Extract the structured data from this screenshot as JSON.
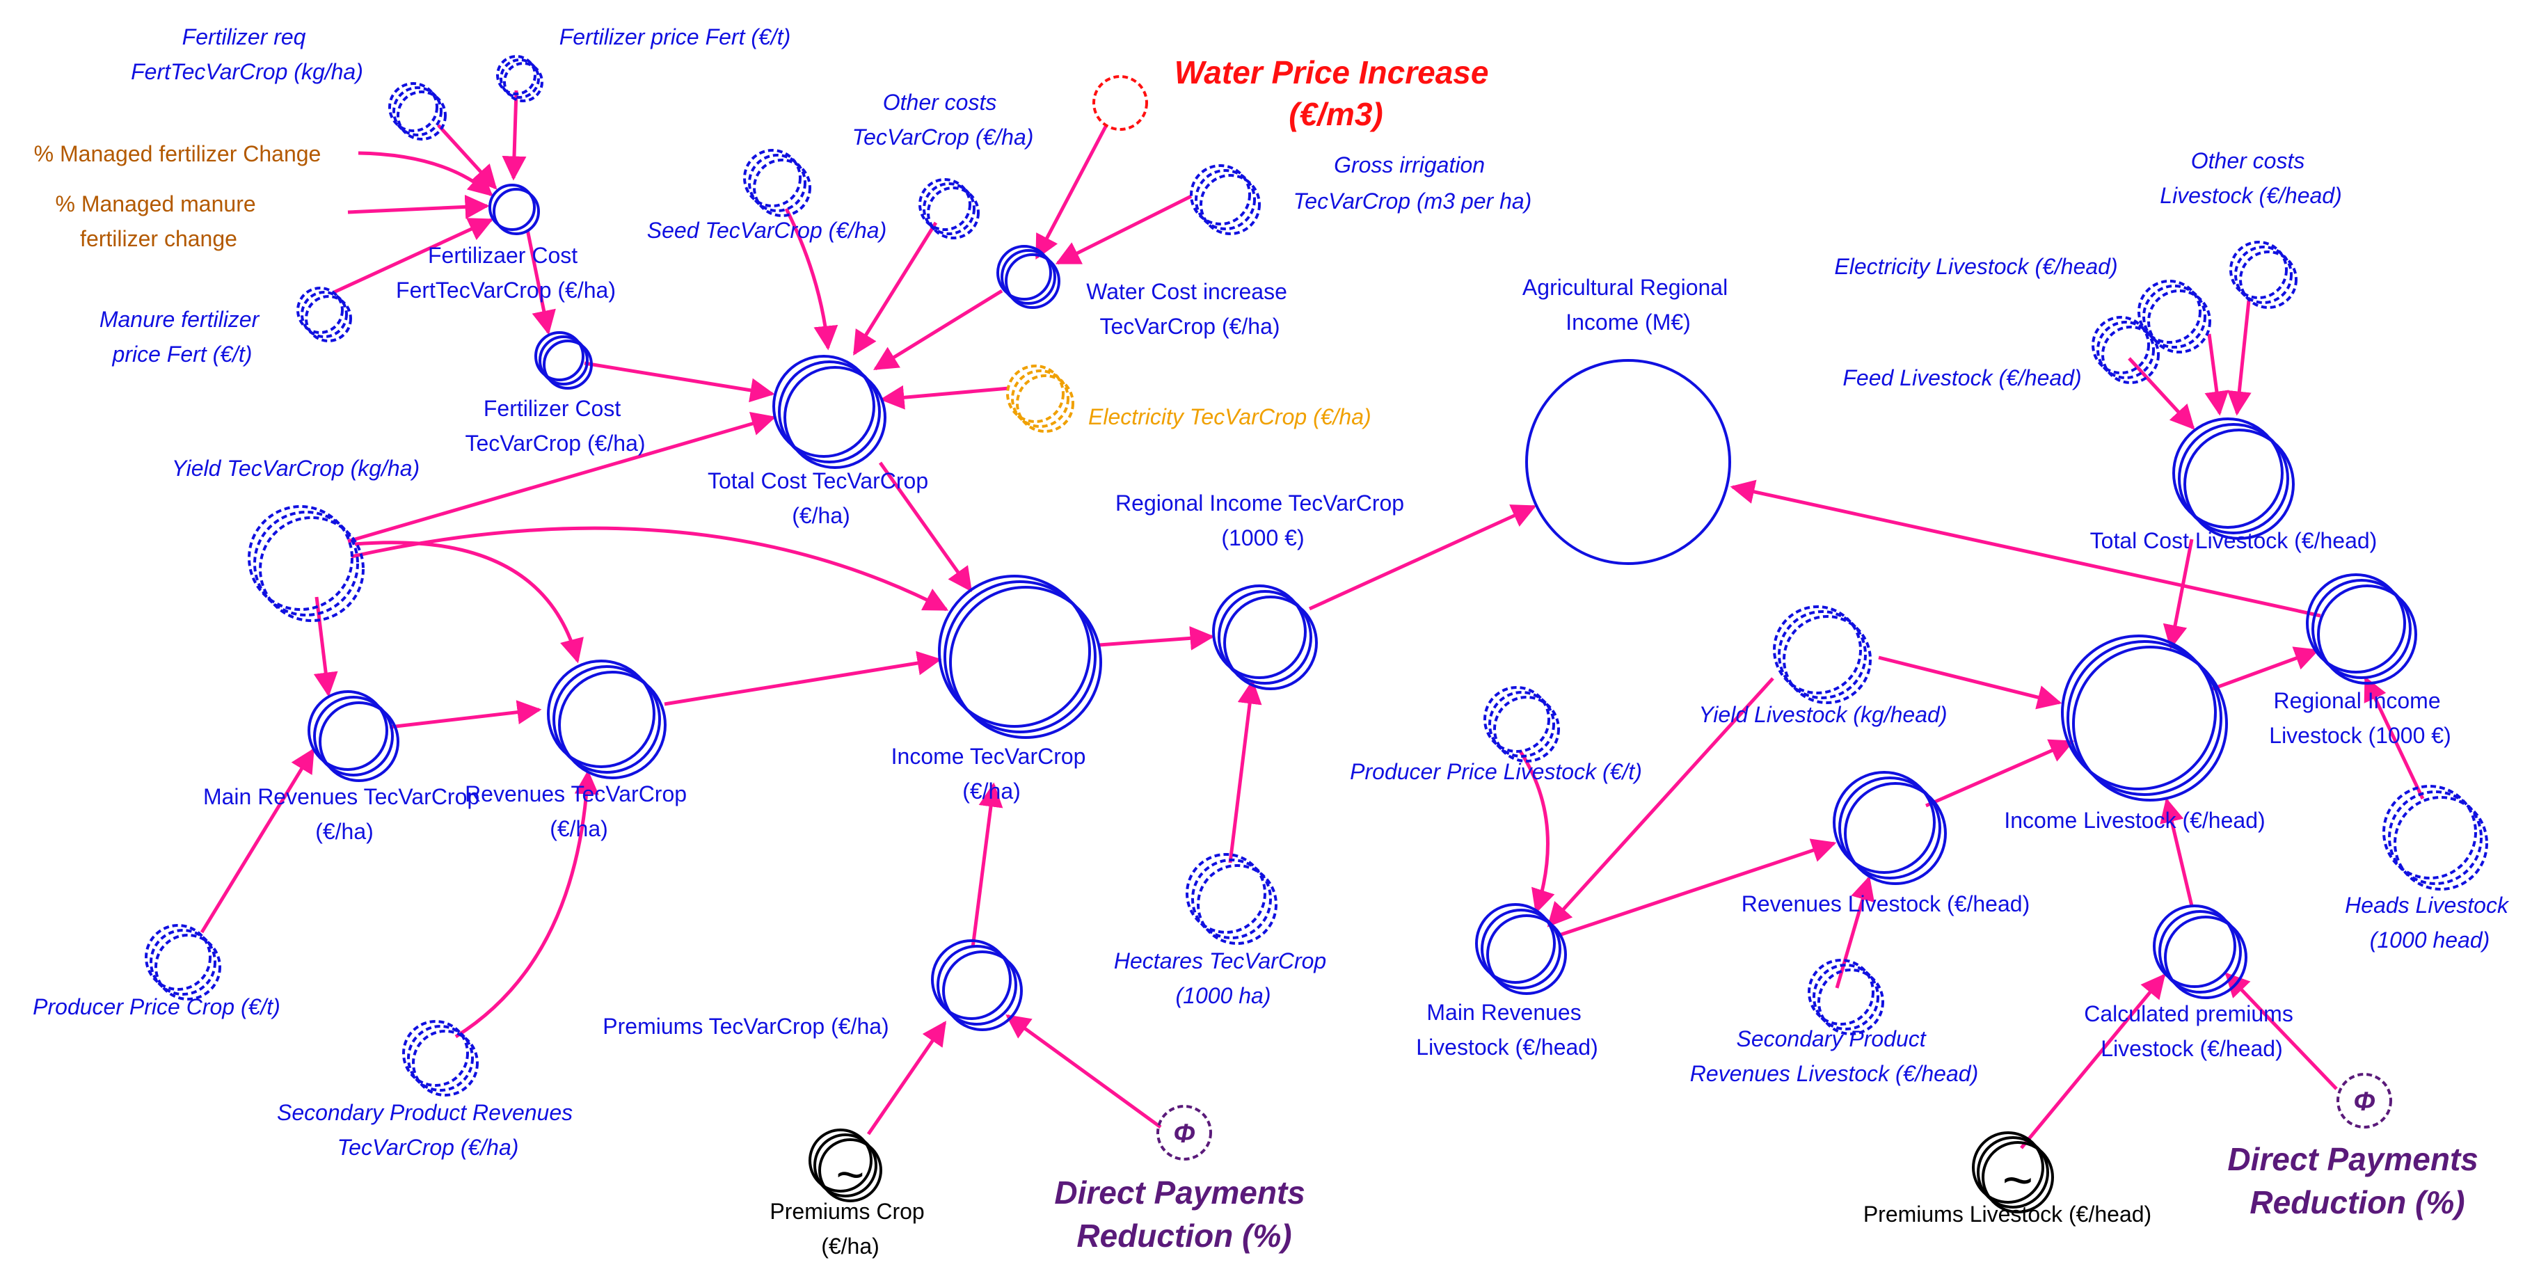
{
  "colors": {
    "node": "#1010e0",
    "link": "#ff1493",
    "orange": "#b35900",
    "amber": "#f0a000",
    "red": "#ff1010",
    "purple": "#5a1a7a",
    "black": "#000000"
  },
  "nodes": {
    "fert_req": {
      "lines": [
        "Fertilizer req",
        "FertTecVarCrop (kg/ha)"
      ]
    },
    "fert_price": {
      "lines": [
        "Fertilizer price Fert (€/t)"
      ]
    },
    "managed_fert_change": {
      "lines": [
        "% Managed fertilizer Change"
      ]
    },
    "managed_manure_change": {
      "lines": [
        "% Managed manure",
        "fertilizer change"
      ]
    },
    "manure_price": {
      "lines": [
        "Manure fertilizer",
        "price Fert (€/t)"
      ]
    },
    "fert_cost_fert": {
      "lines": [
        "Fertilizaer Cost",
        "FertTecVarCrop (€/ha)"
      ]
    },
    "fert_cost_tec": {
      "lines": [
        "Fertilizer Cost",
        "TecVarCrop (€/ha)"
      ]
    },
    "other_costs_tec": {
      "lines": [
        "Other costs",
        "TecVarCrop (€/ha)"
      ]
    },
    "water_price": {
      "lines": [
        "Water Price Increase",
        "(€/m3)"
      ]
    },
    "gross_irrigation": {
      "lines": [
        "Gross irrigation",
        "TecVarCrop (m3 per ha)"
      ]
    },
    "seed_tec": {
      "lines": [
        "Seed TecVarCrop (€/ha)"
      ]
    },
    "water_cost": {
      "lines": [
        "Water Cost increase",
        "TecVarCrop (€/ha)"
      ]
    },
    "electricity_tec": {
      "lines": [
        "Electricity TecVarCrop (€/ha)"
      ]
    },
    "total_cost_tec": {
      "lines": [
        "Total Cost TecVarCrop",
        "(€/ha)"
      ]
    },
    "yield_tec": {
      "lines": [
        "Yield TecVarCrop (kg/ha)"
      ]
    },
    "regional_income_tec": {
      "lines": [
        "Regional Income TecVarCrop",
        "(1000 €)"
      ]
    },
    "agri_regional_income": {
      "lines": [
        "Agricultural Regional",
        "Income (M€)"
      ]
    },
    "income_tec": {
      "lines": [
        "Income TecVarCrop",
        "(€/ha)"
      ]
    },
    "main_revenues_tec": {
      "lines": [
        "Main Revenues TecVarCrop",
        "(€/ha)"
      ]
    },
    "revenues_tec": {
      "lines": [
        "Revenues TecVarCrop",
        "(€/ha)"
      ]
    },
    "producer_price_crop": {
      "lines": [
        "Producer Price Crop (€/t)"
      ]
    },
    "secondary_rev_tec": {
      "lines": [
        "Secondary Product Revenues",
        "TecVarCrop (€/ha)"
      ]
    },
    "premiums_tec": {
      "lines": [
        "Premiums TecVarCrop (€/ha)"
      ]
    },
    "hectares_tec": {
      "lines": [
        "Hectares TecVarCrop",
        "(1000 ha)"
      ]
    },
    "premiums_crop": {
      "lines": [
        "Premiums Crop",
        "(€/ha)"
      ]
    },
    "dp_crop": {
      "lines": [
        "Direct Payments",
        "Reduction (%)"
      ]
    },
    "other_costs_live": {
      "lines": [
        "Other costs",
        "Livestock (€/head)"
      ]
    },
    "electricity_live": {
      "lines": [
        "Electricity Livestock (€/head)"
      ]
    },
    "feed_live": {
      "lines": [
        "Feed Livestock (€/head)"
      ]
    },
    "total_cost_live": {
      "lines": [
        "Total Cost Livestock (€/head)"
      ]
    },
    "regional_income_live": {
      "lines": [
        "Regional Income",
        "Livestock (1000 €)"
      ]
    },
    "yield_live": {
      "lines": [
        "Yield Livestock (kg/head)"
      ]
    },
    "income_live": {
      "lines": [
        "Income Livestock (€/head)"
      ]
    },
    "producer_price_live": {
      "lines": [
        "Producer Price Livestock (€/t)"
      ]
    },
    "revenues_live": {
      "lines": [
        "Revenues Livestock (€/head)"
      ]
    },
    "heads_live": {
      "lines": [
        "Heads Livestock",
        "(1000 head)"
      ]
    },
    "main_revenues_live": {
      "lines": [
        "Main Revenues",
        "Livestock (€/head)"
      ]
    },
    "secondary_rev_live": {
      "lines": [
        "Secondary Product",
        "Revenues Livestock (€/head)"
      ]
    },
    "calc_premiums_live": {
      "lines": [
        "Calculated premiums",
        "Livestock (€/head)"
      ]
    },
    "premiums_live": {
      "lines": [
        "Premiums Livestock (€/head)"
      ]
    },
    "dp_live": {
      "lines": [
        "Direct Payments",
        "Reduction (%)"
      ]
    }
  },
  "symbols": {
    "phi": "Φ",
    "sine": "~"
  }
}
